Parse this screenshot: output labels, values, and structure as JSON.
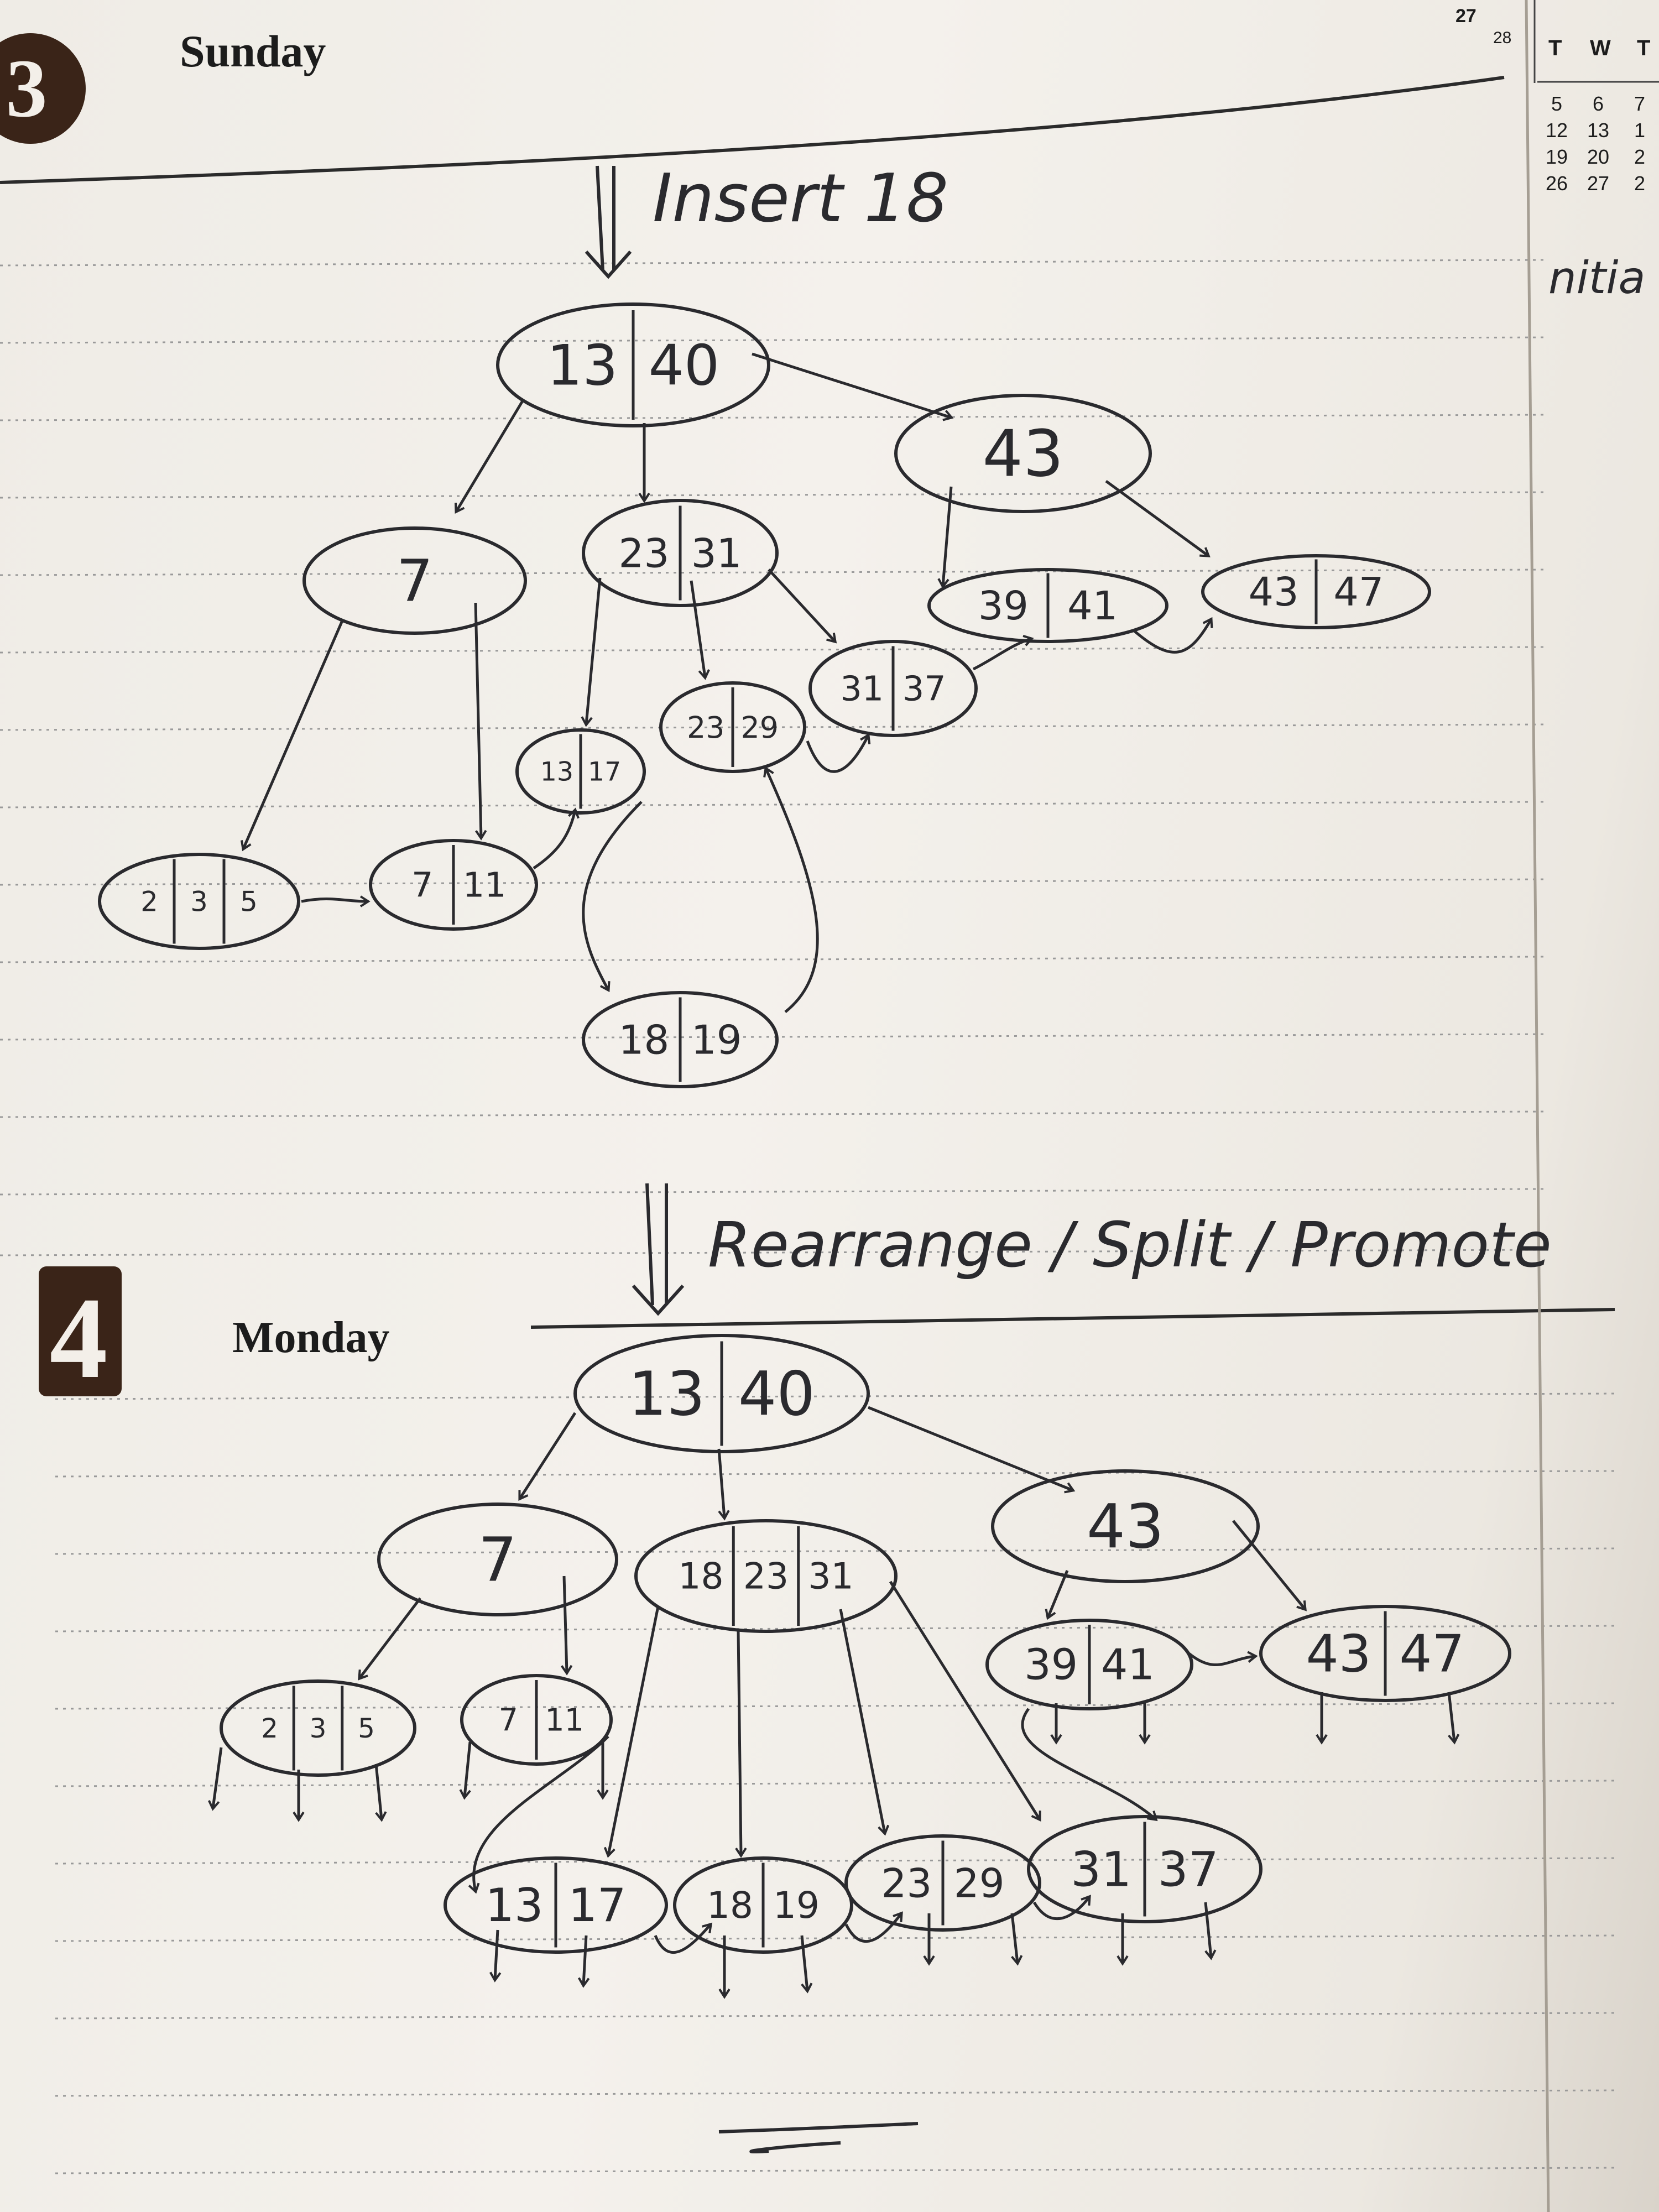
{
  "diary": {
    "day1": {
      "number": "3",
      "name": "Sunday"
    },
    "day2": {
      "number": "4",
      "name": "Monday"
    },
    "calendar": {
      "top_digits": [
        "27",
        "28"
      ],
      "weekdays": [
        "T",
        "W",
        "T"
      ],
      "rows": [
        [
          "5",
          "6",
          "7"
        ],
        [
          "12",
          "13",
          "1"
        ],
        [
          "19",
          "20",
          "2"
        ],
        [
          "26",
          "27",
          "2"
        ]
      ]
    },
    "margin_text": "nitia"
  },
  "steps": {
    "insert": "Insert 18",
    "rearrange": "Rearrange / Split / Promote"
  },
  "tree_before": {
    "nodes": [
      {
        "id": "root",
        "keys": [
          "13",
          "40"
        ]
      },
      {
        "id": "n7",
        "keys": [
          "7"
        ]
      },
      {
        "id": "n23_31",
        "keys": [
          "23",
          "31"
        ]
      },
      {
        "id": "n43",
        "keys": [
          "43"
        ]
      },
      {
        "id": "l2_3_5",
        "keys": [
          "2",
          "3",
          "5"
        ]
      },
      {
        "id": "l7_11",
        "keys": [
          "7",
          "11"
        ]
      },
      {
        "id": "l13_17",
        "keys": [
          "13",
          "17"
        ]
      },
      {
        "id": "l23_29",
        "keys": [
          "23",
          "29"
        ]
      },
      {
        "id": "l31_37",
        "keys": [
          "31",
          "37"
        ]
      },
      {
        "id": "l39_41",
        "keys": [
          "39",
          "41"
        ]
      },
      {
        "id": "l43_47",
        "keys": [
          "43",
          "47"
        ]
      },
      {
        "id": "l18_19",
        "keys": [
          "18",
          "19"
        ]
      }
    ]
  },
  "tree_after": {
    "nodes": [
      {
        "id": "root",
        "keys": [
          "13",
          "40"
        ]
      },
      {
        "id": "n7",
        "keys": [
          "7"
        ]
      },
      {
        "id": "n18_23_31",
        "keys": [
          "18",
          "23",
          "31"
        ]
      },
      {
        "id": "n43",
        "keys": [
          "43"
        ]
      },
      {
        "id": "l2_3_5",
        "keys": [
          "2",
          "3",
          "5"
        ]
      },
      {
        "id": "l7_11",
        "keys": [
          "7",
          "11"
        ]
      },
      {
        "id": "l39_41",
        "keys": [
          "39",
          "41"
        ]
      },
      {
        "id": "l43_47",
        "keys": [
          "43",
          "47"
        ]
      },
      {
        "id": "l13_17",
        "keys": [
          "13",
          "17"
        ]
      },
      {
        "id": "l18_19",
        "keys": [
          "18",
          "19"
        ]
      },
      {
        "id": "l23_29",
        "keys": [
          "23",
          "29"
        ]
      },
      {
        "id": "l31_37",
        "keys": [
          "31",
          "37"
        ]
      }
    ]
  },
  "colors": {
    "ink": "#2a2a2e",
    "header": "#1c1c1c",
    "badge": "#3a2418",
    "paper": "#f1eee8",
    "ruled_line": "#9a9a9a"
  }
}
